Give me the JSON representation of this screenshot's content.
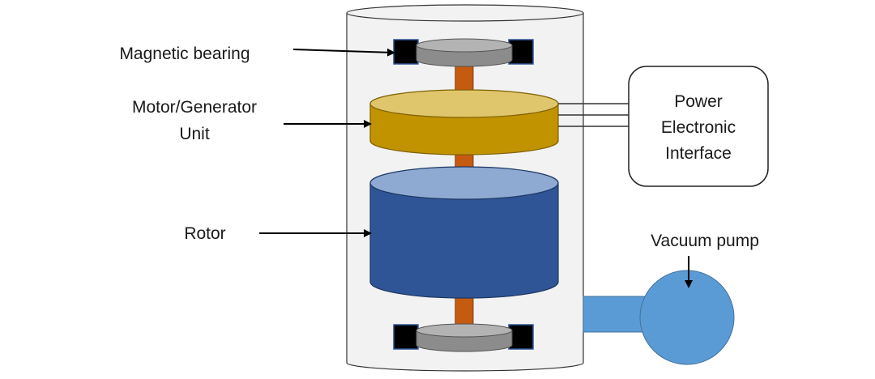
{
  "labels": {
    "magnetic_bearing": "Magnetic bearing",
    "motor_generator_line1": "Motor/Generator",
    "motor_generator_line2": "Unit",
    "rotor": "Rotor",
    "vacuum_pump": "Vacuum pump",
    "power_line1": "Power",
    "power_line2": "Electronic",
    "power_line3": "Interface"
  },
  "colors": {
    "housing": "#f2f2f2",
    "rotor_side": "#2f5597",
    "rotor_top": "#8ea9d2",
    "motor_side": "#c19300",
    "motor_top": "#dfc66c",
    "shaft": "#c55a11",
    "bearing_disc": "#8c8c8c",
    "bearing_magnet": "#000000",
    "pump": "#5b9bd5"
  }
}
